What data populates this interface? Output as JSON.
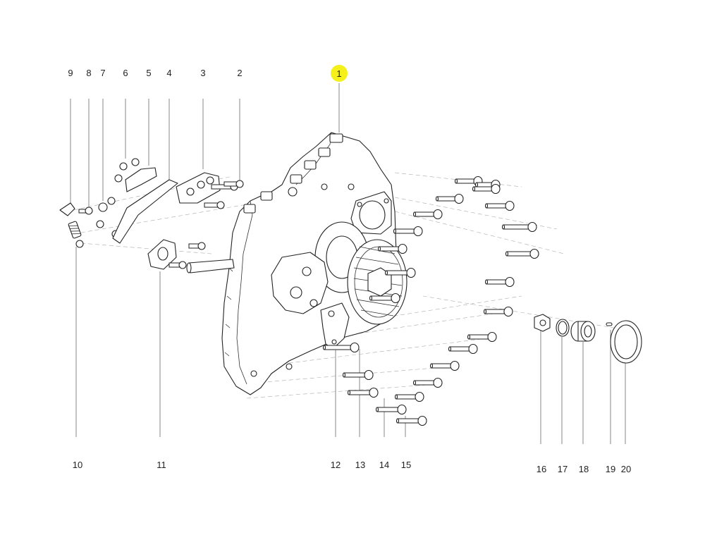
{
  "diagram": {
    "callouts_top": [
      "9",
      "8",
      "7",
      "6",
      "5",
      "4",
      "3",
      "2"
    ],
    "callout_main": "1",
    "callouts_bottom": [
      "10",
      "11",
      "12",
      "13",
      "14",
      "15",
      "16",
      "17",
      "18",
      "19",
      "20"
    ],
    "highlight_color": "#f5ef1a",
    "line_color": "#222222"
  }
}
